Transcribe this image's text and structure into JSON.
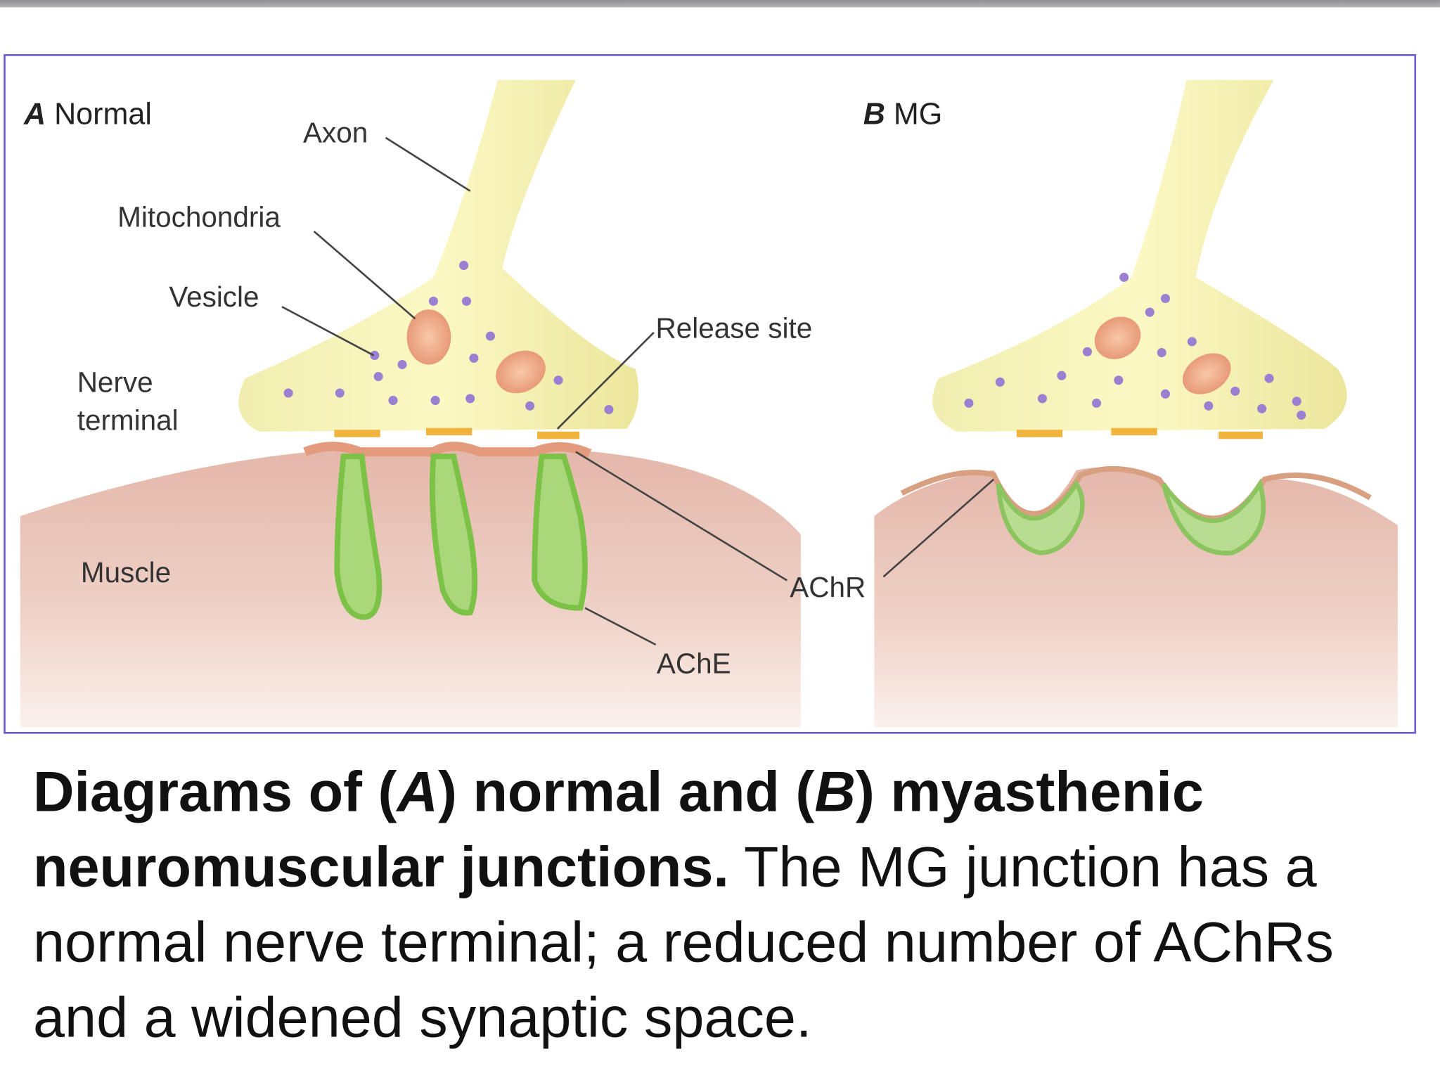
{
  "panels": {
    "a_letter": "A",
    "a_title": "Normal",
    "b_letter": "B",
    "b_title": "MG"
  },
  "labels": {
    "axon": "Axon",
    "mitochondria": "Mitochondria",
    "vesicle": "Vesicle",
    "nerve_terminal_1": "Nerve",
    "nerve_terminal_2": "terminal",
    "release_site": "Release site",
    "muscle": "Muscle",
    "achr": "AChR",
    "ache": "AChE"
  },
  "caption": {
    "bold_1": "Diagrams of (",
    "bold_a": "A",
    "bold_2": ") normal and (",
    "bold_b": "B",
    "bold_3": ") myasthenic neuromuscular junctions.",
    "text": " The MG junction has a normal nerve terminal; a reduced number of AChRs and a widened synaptic space."
  },
  "colors": {
    "frame": "#6b5ad8",
    "nerve": "#f6f2b0",
    "muscle": "#ecc8bc",
    "vesicle": "#9b7fd0",
    "ache": "#8fcf5a"
  }
}
